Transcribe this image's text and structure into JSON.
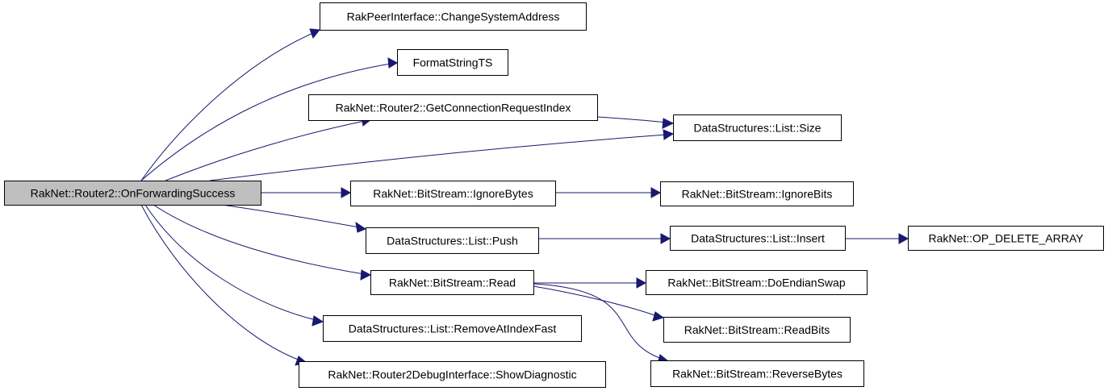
{
  "diagram": {
    "nodes": [
      {
        "id": "root",
        "label": "RakNet::Router2::OnForwardingSuccess",
        "root": true
      },
      {
        "id": "n1",
        "label": "RakPeerInterface::ChangeSystemAddress"
      },
      {
        "id": "n2",
        "label": "FormatStringTS"
      },
      {
        "id": "n3",
        "label": "RakNet::Router2::GetConnectionRequestIndex"
      },
      {
        "id": "n4",
        "label": "DataStructures::List::Size"
      },
      {
        "id": "n5",
        "label": "RakNet::BitStream::IgnoreBytes"
      },
      {
        "id": "n6",
        "label": "RakNet::BitStream::IgnoreBits"
      },
      {
        "id": "n7",
        "label": "DataStructures::List::Push"
      },
      {
        "id": "n8",
        "label": "DataStructures::List::Insert"
      },
      {
        "id": "n9",
        "label": "RakNet::OP_DELETE_ARRAY"
      },
      {
        "id": "n10",
        "label": "RakNet::BitStream::Read"
      },
      {
        "id": "n11",
        "label": "RakNet::BitStream::DoEndianSwap"
      },
      {
        "id": "n12",
        "label": "RakNet::BitStream::ReadBits"
      },
      {
        "id": "n13",
        "label": "RakNet::BitStream::ReverseBytes"
      },
      {
        "id": "n14",
        "label": "DataStructures::List::RemoveAtIndexFast"
      },
      {
        "id": "n15",
        "label": "RakNet::Router2DebugInterface::ShowDiagnostic"
      }
    ],
    "edges": [
      {
        "from": "root",
        "to": "n1"
      },
      {
        "from": "root",
        "to": "n2"
      },
      {
        "from": "root",
        "to": "n3"
      },
      {
        "from": "root",
        "to": "n4"
      },
      {
        "from": "n3",
        "to": "n4"
      },
      {
        "from": "root",
        "to": "n5"
      },
      {
        "from": "n5",
        "to": "n6"
      },
      {
        "from": "root",
        "to": "n7"
      },
      {
        "from": "n7",
        "to": "n8"
      },
      {
        "from": "n8",
        "to": "n9"
      },
      {
        "from": "root",
        "to": "n10"
      },
      {
        "from": "n10",
        "to": "n11"
      },
      {
        "from": "n10",
        "to": "n12"
      },
      {
        "from": "n10",
        "to": "n13"
      },
      {
        "from": "root",
        "to": "n14"
      },
      {
        "from": "root",
        "to": "n15"
      }
    ],
    "colors": {
      "edge": "#191970",
      "root_fill": "#bfbfbf",
      "node_fill": "#ffffff",
      "node_border": "#000000"
    }
  }
}
